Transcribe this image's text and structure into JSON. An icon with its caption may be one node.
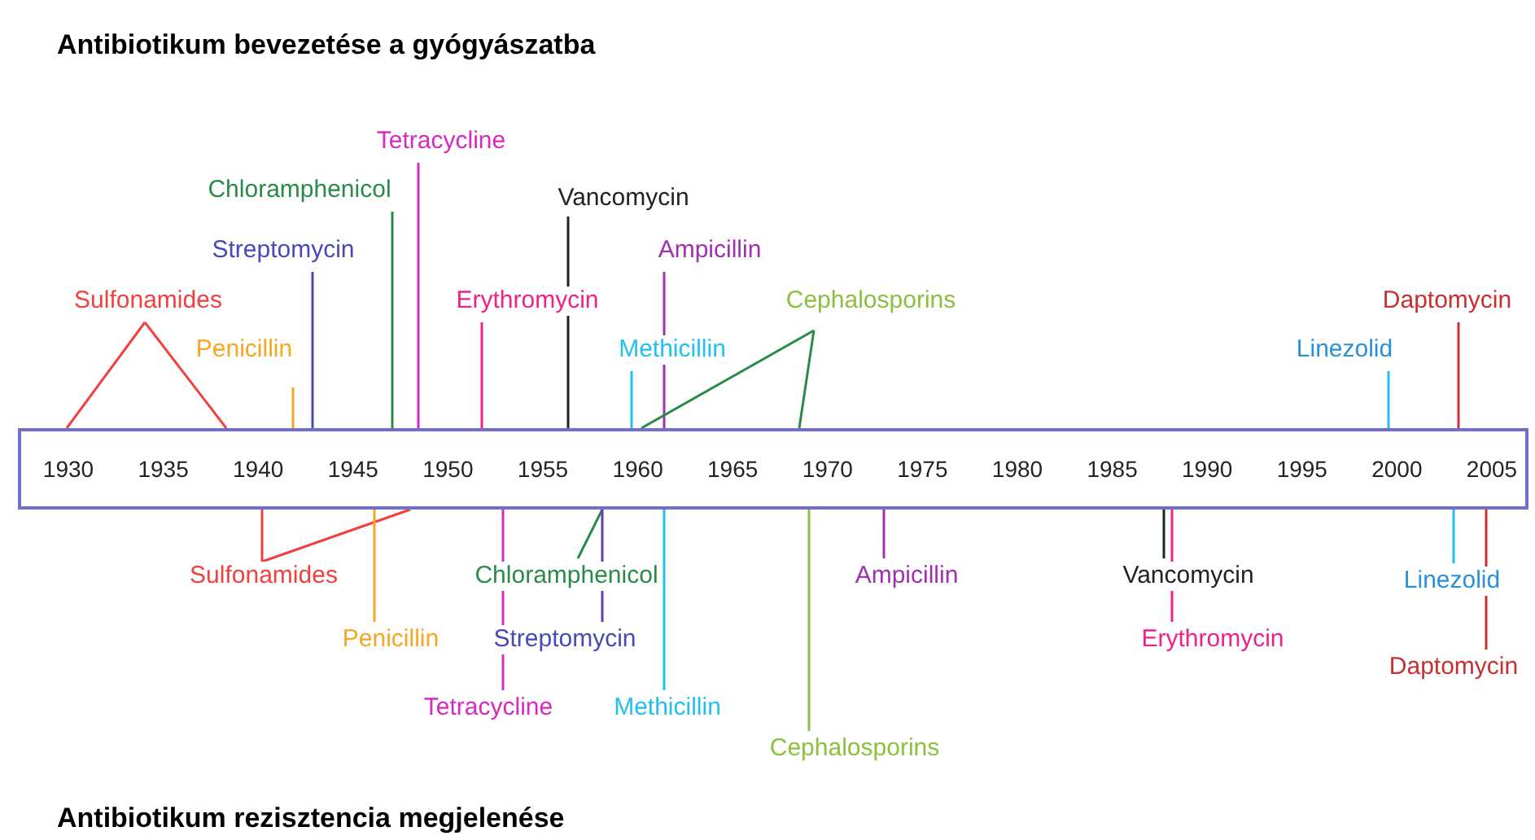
{
  "diagram": {
    "title": "Antibiotikum  bevezetése a gyógyászatba",
    "caption": "Antibiotikum  rezisztencia megjelenése",
    "nodes": [
      {
        "text": [
          "1930",
          "1935",
          "1940",
          "1945",
          "1950",
          "1955",
          "1960",
          "1965",
          "1970",
          "1975",
          "1980",
          "1985",
          "1990",
          "1995",
          "2000",
          "2005"
        ]
      },
      {
        "text": [
          "Sulfonamides"
        ]
      },
      {
        "text": [
          "Penicillin"
        ]
      },
      {
        "text": [
          "Streptomycin"
        ]
      },
      {
        "text": [
          "Chloramphenicol"
        ]
      },
      {
        "text": [
          "Tetracycline"
        ]
      },
      {
        "text": [
          "Erythromycin"
        ]
      },
      {
        "text": [
          "Vancomycin"
        ]
      },
      {
        "text": [
          "Ampicillin"
        ]
      },
      {
        "text": [
          "Methicillin"
        ]
      },
      {
        "text": [
          "Cephalosporins"
        ]
      },
      {
        "text": [
          "Daptomycin"
        ]
      },
      {
        "text": [
          "Linezolid"
        ]
      },
      {
        "text": [
          "Sulfonamides"
        ]
      },
      {
        "text": [
          "Penicillin"
        ]
      },
      {
        "text": [
          "Chloramphenicol"
        ]
      },
      {
        "text": [
          "Streptomycin"
        ]
      },
      {
        "text": [
          "Tetracycline"
        ]
      },
      {
        "text": [
          "Methicillin"
        ]
      },
      {
        "text": [
          "Cephalosporins"
        ]
      },
      {
        "text": [
          "Ampicillin"
        ]
      },
      {
        "text": [
          "Vancomycin"
        ]
      },
      {
        "text": [
          "Erythromycin"
        ]
      },
      {
        "text": [
          "Linezolid"
        ]
      },
      {
        "text": [
          "Daptomycin"
        ]
      }
    ],
    "edges": [
      {
        "from": 1,
        "to": 0,
        "arrow": "none",
        "color": "#f04040"
      },
      {
        "from": 1,
        "to": 0,
        "arrow": "none",
        "color": "#f04040"
      },
      {
        "from": 2,
        "to": 0,
        "arrow": "none",
        "color": "#f5a623"
      },
      {
        "from": 3,
        "to": 0,
        "arrow": "none",
        "color": "#4848b8"
      },
      {
        "from": 4,
        "to": 0,
        "arrow": "none",
        "color": "#2a8a4a"
      },
      {
        "from": 5,
        "to": 0,
        "arrow": "none",
        "color": "#d62ac0"
      },
      {
        "from": 6,
        "to": 0,
        "arrow": "none",
        "color": "#ee2288"
      },
      {
        "from": 7,
        "to": 0,
        "arrow": "none",
        "color": "#222222"
      },
      {
        "from": 8,
        "to": 0,
        "arrow": "none",
        "color": "#a030b0"
      },
      {
        "from": 9,
        "to": 0,
        "arrow": "none",
        "color": "#22c0ee"
      },
      {
        "from": 10,
        "to": 0,
        "arrow": "none",
        "color": "#2a8a4a"
      },
      {
        "from": 10,
        "to": 0,
        "arrow": "none",
        "color": "#2a8a4a"
      },
      {
        "from": 11,
        "to": 0,
        "arrow": "none",
        "color": "#c83030"
      },
      {
        "from": 12,
        "to": 0,
        "arrow": "none",
        "color": "#22c0ee"
      },
      {
        "from": 13,
        "to": 0,
        "arrow": "none",
        "color": "#f04040"
      },
      {
        "from": 13,
        "to": 0,
        "arrow": "none",
        "color": "#f04040"
      },
      {
        "from": 14,
        "to": 0,
        "arrow": "none",
        "color": "#f5a623"
      },
      {
        "from": 15,
        "to": 0,
        "arrow": "none",
        "color": "#2a8a4a"
      },
      {
        "from": 16,
        "to": 0,
        "arrow": "none",
        "color": "#6a3ab0"
      },
      {
        "from": 17,
        "to": 0,
        "arrow": "none",
        "color": "#d62ac0"
      },
      {
        "from": 18,
        "to": 0,
        "arrow": "none",
        "color": "#22c0ee"
      },
      {
        "from": 19,
        "to": 0,
        "arrow": "none",
        "color": "#8cc040"
      },
      {
        "from": 20,
        "to": 0,
        "arrow": "none",
        "color": "#a030b0"
      },
      {
        "from": 21,
        "to": 0,
        "arrow": "none",
        "color": "#222222"
      },
      {
        "from": 22,
        "to": 0,
        "arrow": "none",
        "color": "#ee2288"
      },
      {
        "from": 23,
        "to": 0,
        "arrow": "none",
        "color": "#22c0ee"
      },
      {
        "from": 24,
        "to": 0,
        "arrow": "none",
        "color": "#c83030"
      }
    ]
  }
}
